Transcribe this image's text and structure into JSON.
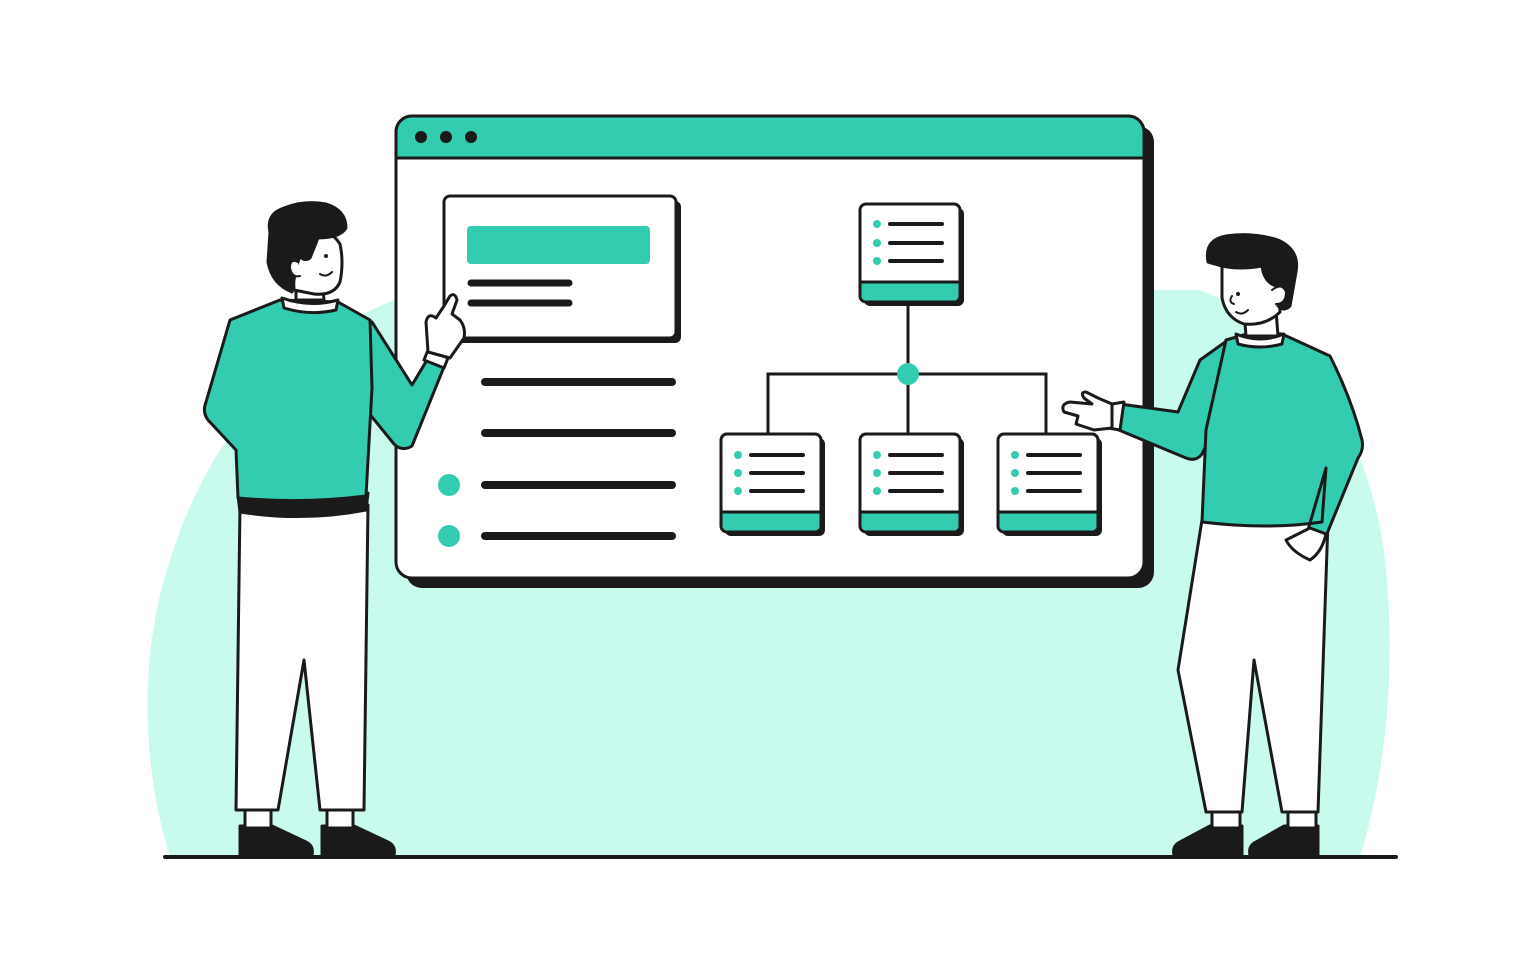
{
  "colors": {
    "accent": "#33ccb0",
    "blob": "#c9faee",
    "ink": "#1a1a1a",
    "paper": "#ffffff"
  },
  "window": {
    "titlebar_dots": 3,
    "doc_card": {
      "has_header_bar": true,
      "text_lines": 2
    },
    "list": {
      "lines": 4,
      "bulleted_lines": 2
    },
    "tree": {
      "root_nodes": 1,
      "child_nodes": 3,
      "node_text_rows": 3
    }
  },
  "figures": [
    {
      "name": "person-left",
      "pose": "pointing-at-card"
    },
    {
      "name": "person-right",
      "pose": "presenting-open-hand"
    }
  ]
}
